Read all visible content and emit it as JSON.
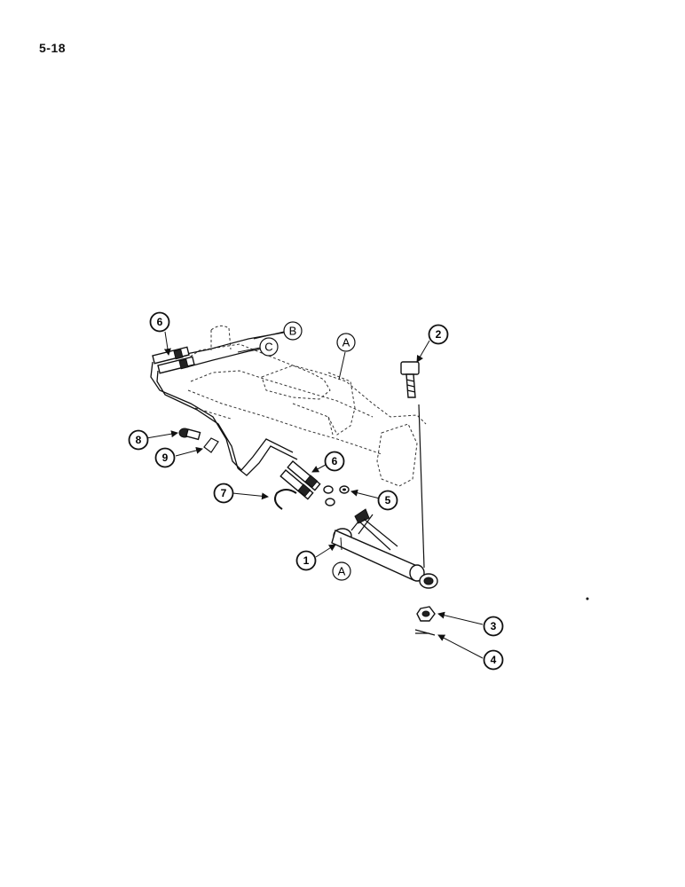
{
  "page": {
    "number": "5-18"
  },
  "callouts": [
    {
      "id": "6a",
      "label": "6"
    },
    {
      "id": "2",
      "label": "2"
    },
    {
      "id": "8",
      "label": "8"
    },
    {
      "id": "9",
      "label": "9"
    },
    {
      "id": "6b",
      "label": "6"
    },
    {
      "id": "7",
      "label": "7"
    },
    {
      "id": "5",
      "label": "5"
    },
    {
      "id": "1",
      "label": "1"
    },
    {
      "id": "3",
      "label": "3"
    },
    {
      "id": "4",
      "label": "4"
    }
  ],
  "letters": [
    {
      "id": "B",
      "label": "B"
    },
    {
      "id": "C",
      "label": "C"
    },
    {
      "id": "A1",
      "label": "A"
    },
    {
      "id": "A2",
      "label": "A"
    }
  ]
}
